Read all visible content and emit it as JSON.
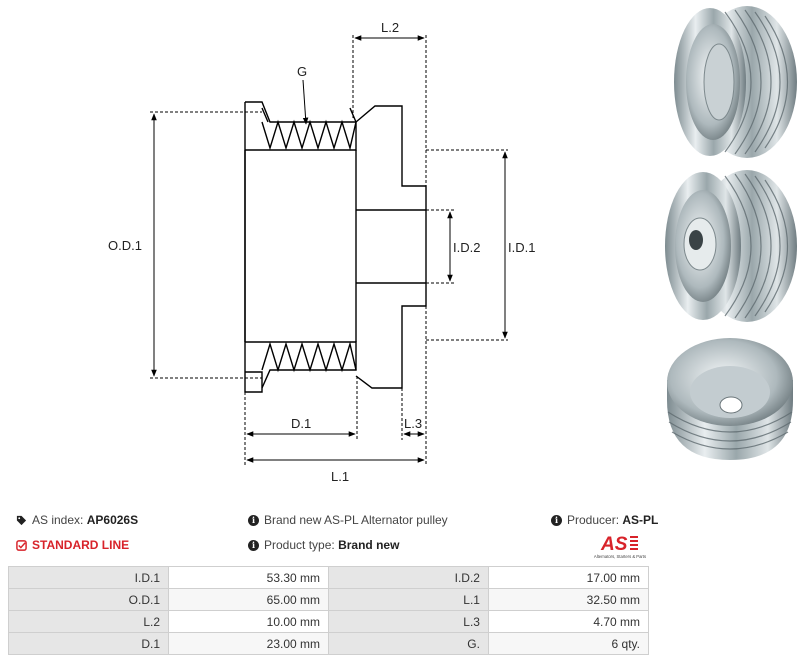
{
  "drawing": {
    "labels": {
      "g": "G",
      "l2": "L.2",
      "od1": "O.D.1",
      "id2": "I.D.2",
      "id1": "I.D.1",
      "d1": "D.1",
      "l3": "L.3",
      "l1": "L.1"
    }
  },
  "info": {
    "as_index_label": "AS index:",
    "as_index_value": "AP6026S",
    "description": "Brand new AS-PL Alternator pulley",
    "producer_label": "Producer:",
    "producer_value": "AS-PL",
    "line": "STANDARD LINE",
    "product_type_label": "Product type:",
    "product_type_value": "Brand new",
    "logo_text": "AS",
    "logo_tagline": "Alternators, Starters & Parts"
  },
  "specs": [
    [
      "I.D.1",
      "53.30 mm",
      "I.D.2",
      "17.00 mm"
    ],
    [
      "O.D.1",
      "65.00 mm",
      "L.1",
      "32.50 mm"
    ],
    [
      "L.2",
      "10.00 mm",
      "L.3",
      "4.70 mm"
    ],
    [
      "D.1",
      "23.00 mm",
      "G.",
      "6 qty."
    ]
  ],
  "colors": {
    "accent_red": "#d8232a",
    "label_bg": "#e6e6e6",
    "border": "#cfcfcf"
  },
  "icons": [
    "tags-icon",
    "info-icon",
    "check-square-icon"
  ]
}
